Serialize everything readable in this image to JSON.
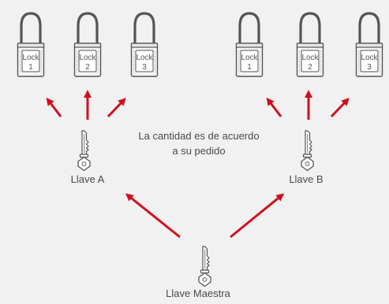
{
  "colors": {
    "background": "#f1f1f1",
    "arrow": "#d0101e",
    "outline": "#555555",
    "text": "#4a4a4a"
  },
  "groups": [
    {
      "key_label": "Llave A",
      "locks": [
        {
          "label": "Lock",
          "number": "1"
        },
        {
          "label": "Lock",
          "number": "2"
        },
        {
          "label": "Lock",
          "number": "3"
        }
      ]
    },
    {
      "key_label": "Llave B",
      "locks": [
        {
          "label": "Lock",
          "number": "1"
        },
        {
          "label": "Lock",
          "number": "2"
        },
        {
          "label": "Lock",
          "number": "3"
        }
      ]
    }
  ],
  "note": {
    "line1": "La cantidad es de acuerdo",
    "line2": "a su pedido"
  },
  "master_key_label": "Llave Maestra",
  "icons": {
    "lock": "padlock-icon",
    "key": "key-icon",
    "arrow": "arrow-icon"
  }
}
